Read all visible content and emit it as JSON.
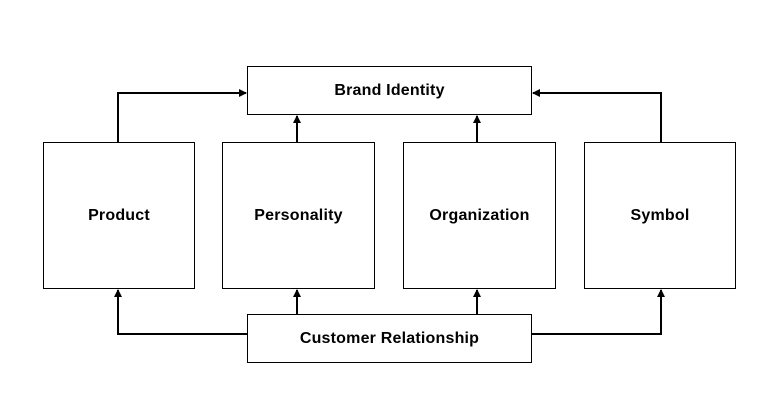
{
  "diagram": {
    "top_label": "Brand Identity",
    "bottom_label": "Customer Relationship",
    "components": [
      "Product",
      "Personality",
      "Organization",
      "Symbol"
    ]
  },
  "colors": {
    "line": "#000000",
    "box_fill": "#ffffff",
    "text": "#000000"
  }
}
